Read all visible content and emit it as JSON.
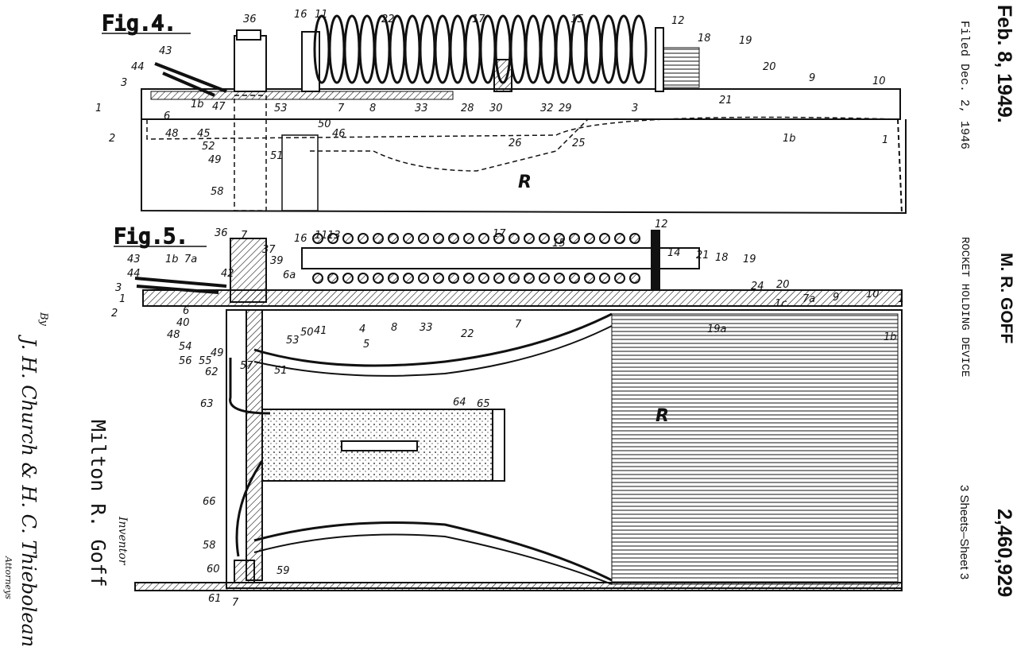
{
  "header": {
    "date": "Feb. 8, 1949.",
    "inventor_short": "M. R. GOFF",
    "patent_number": "2,460,929",
    "filed": "Filed Dec. 2, 1946",
    "title": "ROCKET HOLDING DEVICE",
    "sheets": "3 Sheets–Sheet 3"
  },
  "figures": {
    "fig4_title": "Fig.4.",
    "fig5_title": "Fig.5.",
    "fig4_labels": [
      "36",
      "16",
      "11",
      "22",
      "17",
      "15",
      "12",
      "18",
      "19",
      "20",
      "9",
      "10",
      "43",
      "44",
      "3",
      "1",
      "1b",
      "47",
      "53",
      "7",
      "8",
      "33",
      "28",
      "30",
      "32",
      "29",
      "3",
      "21",
      "6",
      "48",
      "45",
      "52",
      "49",
      "50",
      "46",
      "51",
      "26",
      "25",
      "1b",
      "1",
      "2",
      "58",
      "R"
    ],
    "fig5_labels": [
      "7",
      "36",
      "37",
      "16",
      "11",
      "13",
      "17",
      "15",
      "12",
      "14",
      "21",
      "18",
      "19",
      "24",
      "20",
      "1c",
      "7a",
      "9",
      "10",
      "1",
      "43",
      "1b",
      "7a",
      "39",
      "6a",
      "42",
      "44",
      "3",
      "1",
      "2",
      "6",
      "40",
      "48",
      "54",
      "56",
      "55",
      "49",
      "50",
      "41",
      "53",
      "4",
      "5",
      "8",
      "33",
      "22",
      "7",
      "19a",
      "1b",
      "57",
      "51",
      "62",
      "63",
      "64",
      "65",
      "R",
      "66",
      "58",
      "60",
      "59",
      "61",
      "7"
    ]
  },
  "signature": {
    "inventor_label": "Inventor",
    "inventor_name": "Milton R. Goff",
    "by": "By",
    "attorneys_signature": "J. H. Church & H. C. Thiebolean",
    "attorneys_label": "Attorneys"
  }
}
